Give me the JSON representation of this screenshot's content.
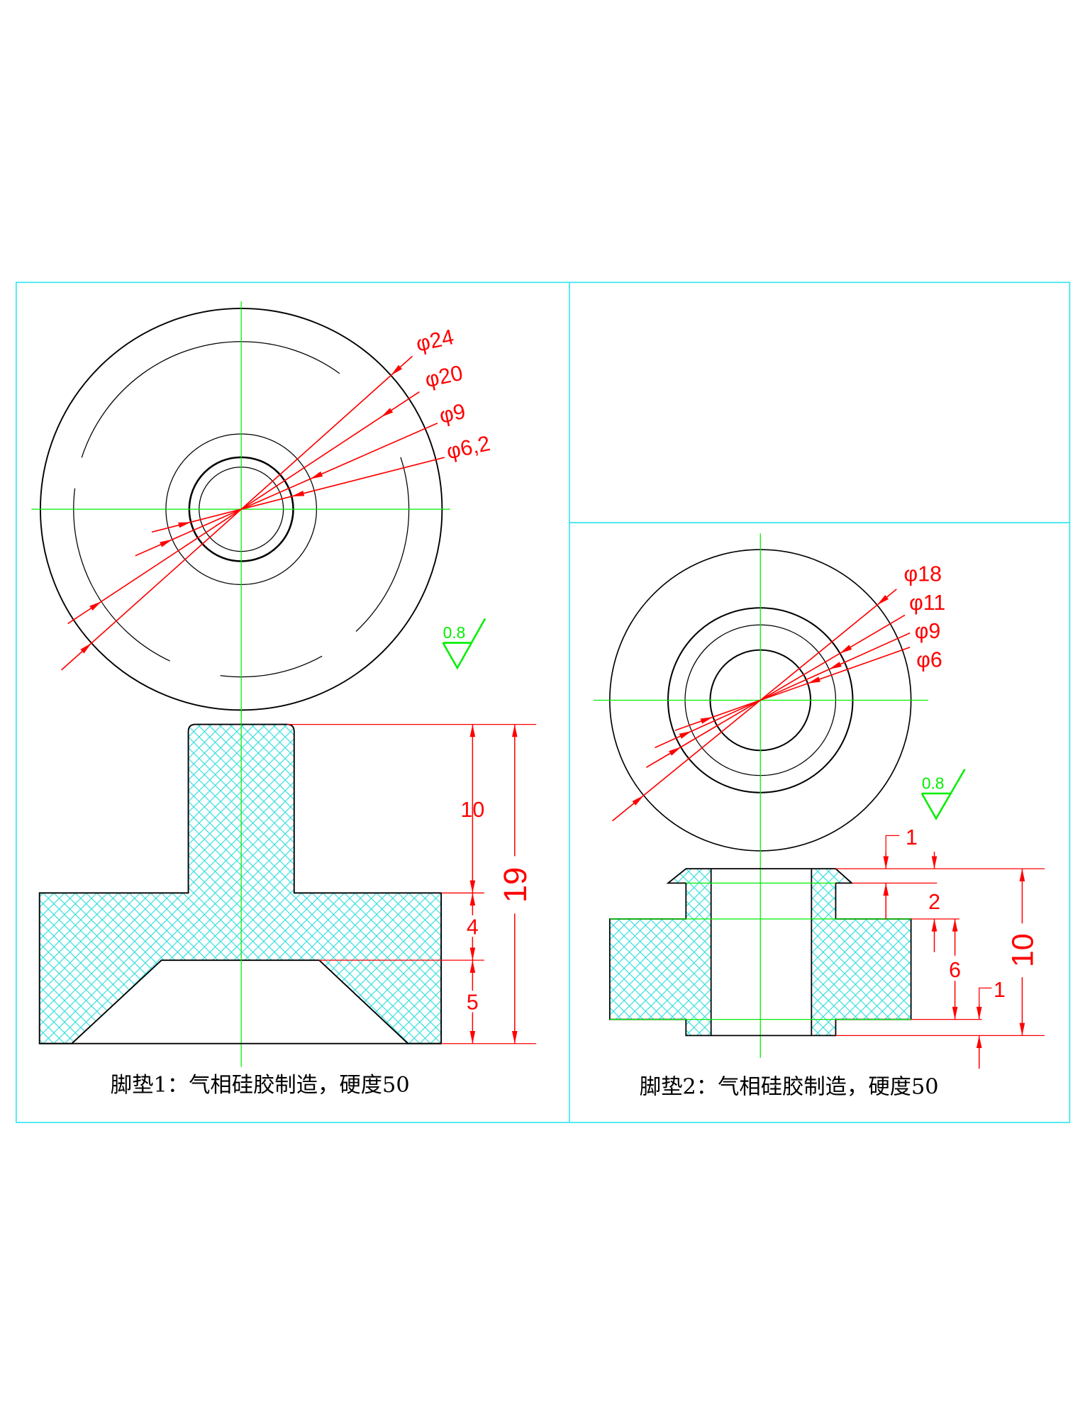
{
  "part1": {
    "caption": "脚垫1：气相硅胶制造，硬度50",
    "roughness": "0.8",
    "diameters": [
      {
        "label": "φ24",
        "value": 24
      },
      {
        "label": "φ20",
        "value": 20
      },
      {
        "label": "φ9",
        "value": 9
      },
      {
        "label": "φ6,2",
        "value": 6.2
      }
    ],
    "dims": {
      "stem_height": "10",
      "base_upper": "4",
      "base_lower": "5",
      "total_height": "19"
    }
  },
  "part2": {
    "caption": "脚垫2：气相硅胶制造，硬度50",
    "roughness": "0.8",
    "diameters": [
      {
        "label": "φ18",
        "value": 18
      },
      {
        "label": "φ11",
        "value": 11
      },
      {
        "label": "φ9",
        "value": 9
      },
      {
        "label": "φ6",
        "value": 6
      }
    ],
    "dims": {
      "flange_top": "1",
      "neck": "2",
      "body": "6",
      "bottom_lip": "1",
      "total_height": "10"
    }
  },
  "colors": {
    "frame": "#33e6ee",
    "dimension": "#ff0000",
    "centerline": "#00ee00",
    "hatch": "#33dddd",
    "outline": "#000000"
  }
}
